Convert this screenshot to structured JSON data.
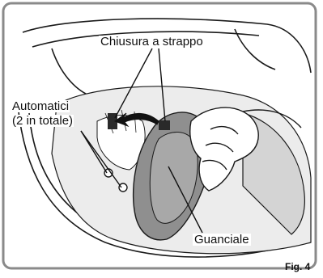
{
  "labels": {
    "hook_and_loop": "Chiusura a strappo",
    "snaps_line1": "Automatici",
    "snaps_line2": "(2 in totale)",
    "cheek_pad": "Guanciale"
  },
  "figure_label": "Fig. 4",
  "colors": {
    "frame": "#8a8a8a",
    "pad_fill": "#8f8f8f",
    "liner_fill": "#d4d4d4",
    "line": "#1a1a1a"
  },
  "icons": {
    "direction_arrow": "curved-arrow-left"
  }
}
